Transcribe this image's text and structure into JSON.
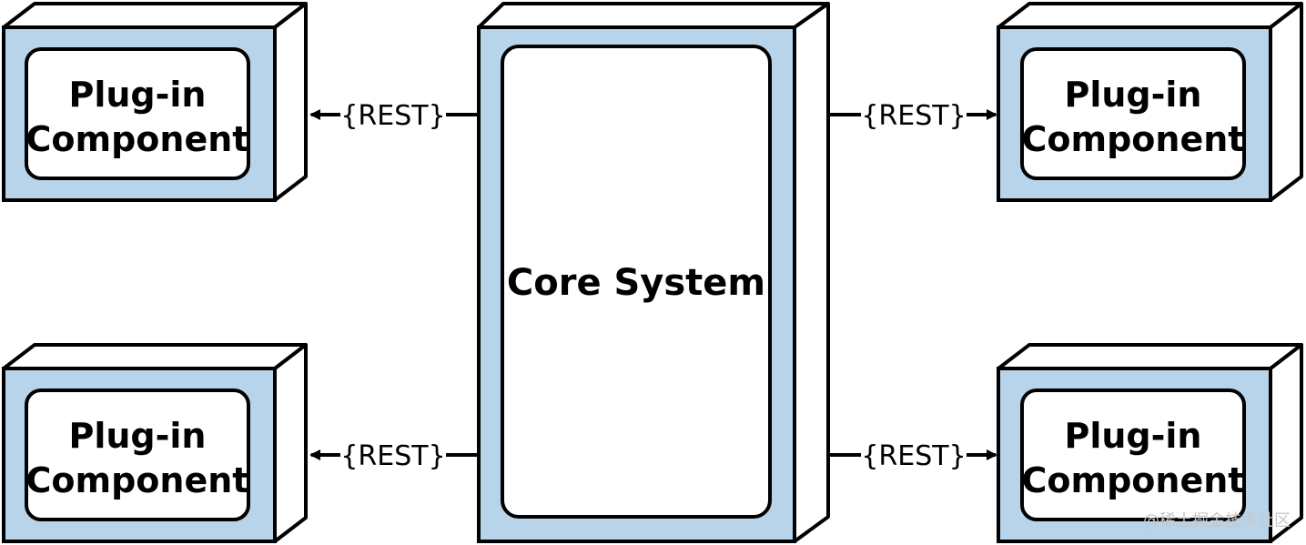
{
  "colors": {
    "box_fill": "#b7d4ea",
    "inner_fill": "#ffffff",
    "stroke": "#000000",
    "watermark": "#c8c8c8"
  },
  "core": {
    "label": "Core System"
  },
  "plugins": [
    {
      "id": "top-left",
      "line1": "Plug-in",
      "line2": "Component"
    },
    {
      "id": "bottom-left",
      "line1": "Plug-in",
      "line2": "Component"
    },
    {
      "id": "top-right",
      "line1": "Plug-in",
      "line2": "Component"
    },
    {
      "id": "bottom-right",
      "line1": "Plug-in",
      "line2": "Component"
    }
  ],
  "connections": [
    {
      "id": "top-left",
      "label": "{REST}"
    },
    {
      "id": "bottom-left",
      "label": "{REST}"
    },
    {
      "id": "top-right",
      "label": "{REST}"
    },
    {
      "id": "bottom-right",
      "label": "{REST}"
    }
  ],
  "watermark": {
    "text": "@稀土掘金技术社区"
  }
}
